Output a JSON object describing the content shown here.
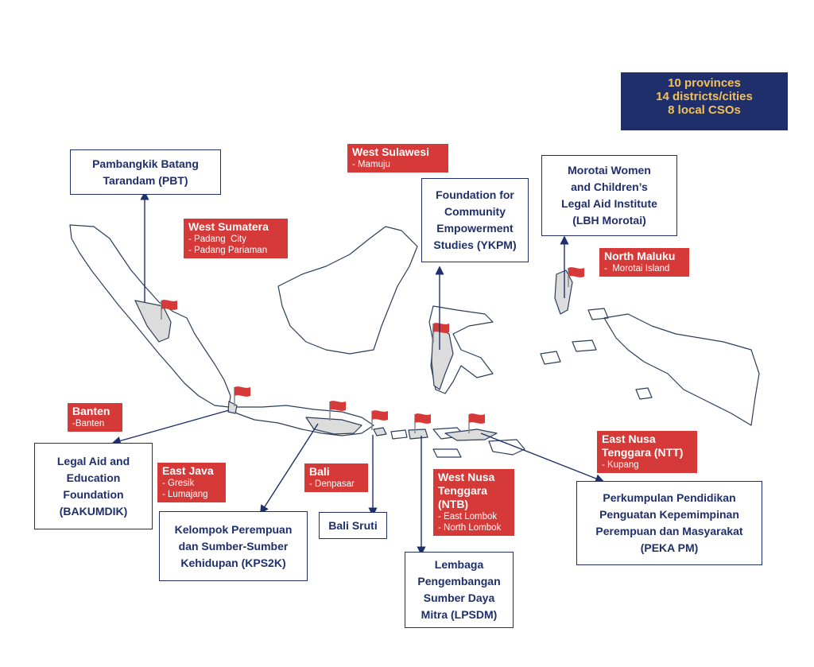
{
  "summary": {
    "provinces": "10 provinces",
    "districts": "14 districts/cities",
    "csos": "8 local CSOs"
  },
  "organizations": [
    {
      "lines": [
        "Pambangkik Batang",
        "Tarandam (PBT)"
      ]
    },
    {
      "lines": [
        "Foundation for",
        "Community",
        "Empowerment",
        "Studies (YKPM)"
      ]
    },
    {
      "lines": [
        "Morotai Women",
        "and Children’s",
        "Legal Aid Institute",
        "(LBH Morotai)"
      ]
    },
    {
      "lines": [
        "Legal Aid and",
        "Education",
        "Foundation",
        "(BAKUMDIK)"
      ]
    },
    {
      "lines": [
        "Kelompok Perempuan",
        "dan Sumber-Sumber",
        "Kehidupan (KPS2K)"
      ]
    },
    {
      "lines": [
        "Bali Sruti"
      ]
    },
    {
      "lines": [
        "Lembaga",
        "Pengembangan",
        "Sumber Daya",
        "Mitra (LPSDM)"
      ]
    },
    {
      "lines": [
        "Perkumpulan Pendidikan",
        "Penguatan Kepemimpinan",
        "Perempuan dan Masyarakat",
        "(PEKA PM)"
      ]
    }
  ],
  "provinces": [
    {
      "name": "West Sumatera",
      "districts": [
        "- Padang  City",
        "- Padang Pariaman"
      ]
    },
    {
      "name": "West Sulawesi",
      "districts": [
        "- Mamuju"
      ]
    },
    {
      "name": "North Maluku",
      "districts": [
        "-  Morotai Island"
      ]
    },
    {
      "name": "Banten",
      "districts": [
        "-Banten"
      ]
    },
    {
      "name": "East Java",
      "districts": [
        "- Gresik",
        "- Lumajang"
      ]
    },
    {
      "name": "Bali",
      "districts": [
        "- Denpasar"
      ]
    },
    {
      "name": "West Nusa",
      "districts": []
    },
    {
      "name": "Tenggara",
      "districts": []
    },
    {
      "name": "(NTB)",
      "districts": [
        "- East Lombok",
        "- North Lombok"
      ]
    },
    {
      "name": "East Nusa",
      "districts": []
    },
    {
      "name": "Tenggara (NTT)",
      "districts": [
        "- Kupang"
      ]
    }
  ],
  "colors": {
    "navy": "#1f2f6b",
    "red": "#d63a38",
    "gold": "#f4c05a",
    "land_stroke": "#2b3e5a",
    "highlight_fill": "#dcdcdc"
  },
  "icons": [
    "red-flag-icon"
  ]
}
